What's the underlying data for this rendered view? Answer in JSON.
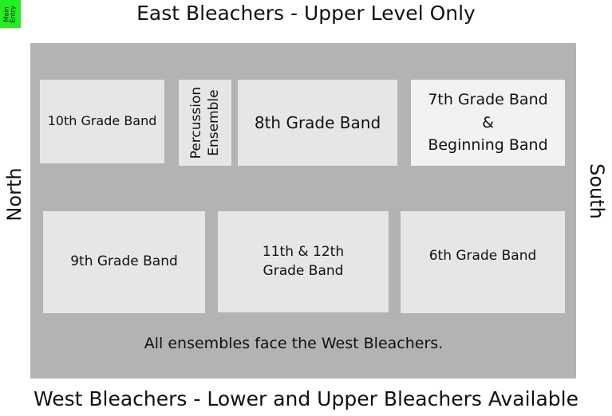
{
  "top_label": "East Bleachers - Upper Level Only",
  "bottom_label": "West Bleachers - Lower and Upper Bleachers Available",
  "left_label": "North",
  "right_label": "South",
  "ensembles": {
    "tenth": "10th Grade Band",
    "percussion_1": "Percussion",
    "percussion_2": "Ensemble",
    "eighth": "8th Grade Band",
    "seventh_1": "7th Grade Band",
    "seventh_2": "&",
    "seventh_3": "Beginning Band",
    "ninth": "9th Grade Band",
    "eleventh_1": "11th & 12th",
    "eleventh_2": "Grade Band",
    "sixth": "6th Grade Band"
  },
  "note": "All ensembles face the West Bleachers.",
  "entry_1": "Main",
  "entry_2": "Entry",
  "colors": {
    "field": "#b3b3b3",
    "box": "#e6e6e6",
    "entry": "#22ee22"
  }
}
